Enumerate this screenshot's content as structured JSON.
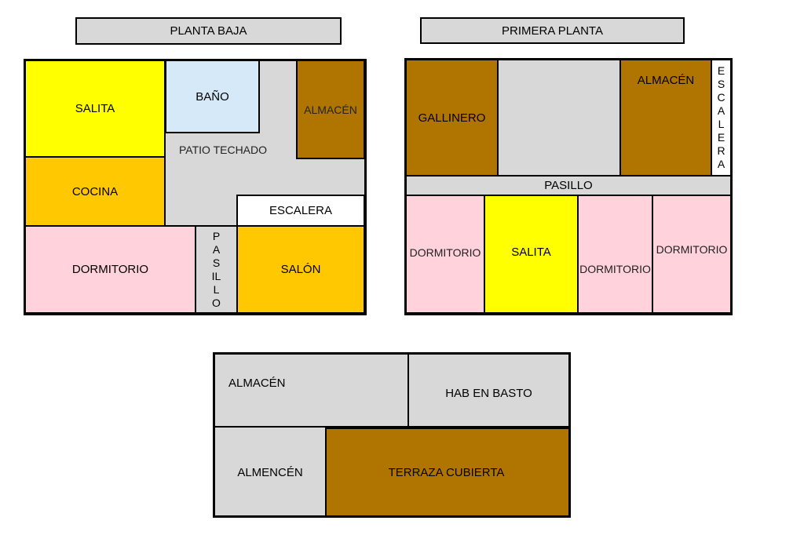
{
  "colors": {
    "yellow": "#ffff00",
    "orange": "#ffc800",
    "pink": "#ffd2dc",
    "blue": "#d5e9f8",
    "grey": "#d8d8d8",
    "brown": "#b07500"
  },
  "planta_baja": {
    "title": "PLANTA BAJA",
    "rooms": {
      "salita": "SALITA",
      "bano": "BAÑO",
      "almacen": "ALMACÉN",
      "patio": "PATIO TECHADO",
      "cocina": "COCINA",
      "escalera": "ESCALERA",
      "dormitorio": "DORMITORIO",
      "pasillo": "PASILLO",
      "salon": "SALÓN"
    }
  },
  "primera_planta": {
    "title": "PRIMERA PLANTA",
    "rooms": {
      "gallinero": "GALLINERO",
      "almacen": "ALMACÉN",
      "escalera": "ESCALERA",
      "pasillo": "PASILLO",
      "dormitorio_1": "DORMITORIO",
      "salita": "SALITA",
      "dormitorio_2": "DORMITORIO",
      "dormitorio_3": "DORMITORIO"
    }
  },
  "segunda_planta": {
    "rooms": {
      "almacen": "ALMACÉN",
      "hab_en_basto": "HAB EN BASTO",
      "almencen": "ALMENCÉN",
      "terraza": "TERRAZA CUBIERTA"
    }
  }
}
